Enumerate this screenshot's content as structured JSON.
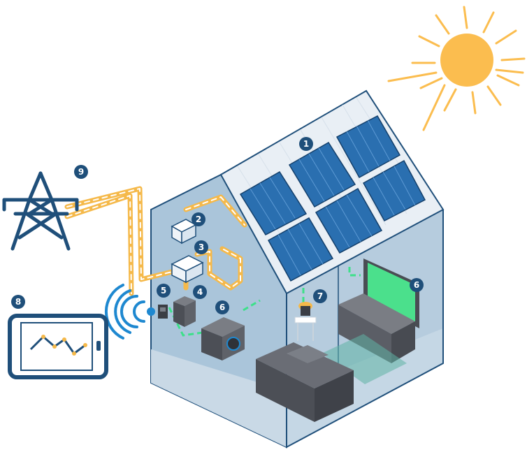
{
  "colors": {
    "navy": "#1f4f7a",
    "wall": "#9dbbd3",
    "wall_light": "#c9d9e6",
    "roof": "#e9eff5",
    "panel": "#2a6fb0",
    "panel_dark": "#1d5a94",
    "wire": "#f5b94a",
    "sun": "#fbbd4f",
    "data_green": "#3de08a",
    "tv_screen": "#4be08c",
    "furniture": "#5b5e66",
    "wifi": "#1e88d0"
  },
  "icons": {
    "sun": "sun-icon",
    "pylon": "power-pylon-icon",
    "tablet": "tablet-icon",
    "wifi": "wifi-signal-icon"
  },
  "markers": {
    "solar_panels": "1",
    "inverter": "2",
    "meter": "3",
    "battery": "4",
    "hub": "5",
    "appliance_washer": "6",
    "appliance_tv": "6",
    "lamp": "7",
    "tablet": "8",
    "grid": "9"
  }
}
